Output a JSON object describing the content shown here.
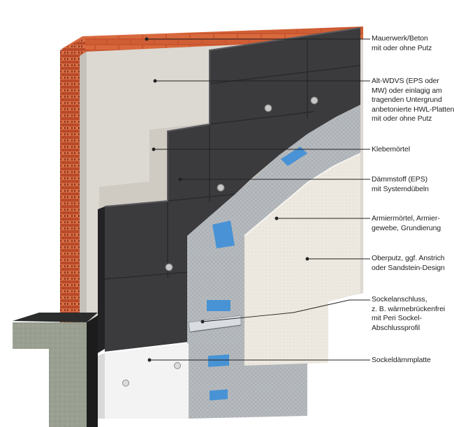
{
  "callouts": [
    {
      "id": "mauerwerk",
      "lines": [
        "Mauerwerk/Beton",
        "mit oder ohne Putz"
      ]
    },
    {
      "id": "alt-wdvs",
      "lines": [
        "Alt-WDVS (EPS oder",
        "MW) oder einlagig am",
        "tragenden Untergrund",
        "anbetonierte HWL-Platten",
        "mit oder ohne Putz"
      ]
    },
    {
      "id": "klebemoertel",
      "lines": [
        "Klebemörtel"
      ]
    },
    {
      "id": "daemmstoff",
      "lines": [
        "Dämmstoff (EPS)",
        "mit Systemdübeln"
      ]
    },
    {
      "id": "armiermoertel",
      "lines": [
        "Armiermörtel, Armier-",
        "gewebe, Grundierung"
      ]
    },
    {
      "id": "oberputz",
      "lines": [
        "Oberputz, ggf. Anstrich",
        "oder Sandstein-Design"
      ]
    },
    {
      "id": "sockelanschluss",
      "lines": [
        "Sockelanschluss,",
        "z. B. wärmebrückenfrei",
        "mit Peri Sockel-",
        "Abschlussprofil"
      ]
    },
    {
      "id": "sockeldaemmplatte",
      "lines": [
        "Sockeldämmplatte"
      ]
    }
  ],
  "colors": {
    "brick": "#c8522f",
    "old_insulation": "#dcd8d2",
    "eps_board": "#3a3a3c",
    "mesh": "#b9bcbf",
    "mesh_print": "#3f8fd6",
    "render": "#ece8df",
    "socket_board": "#f2f2f2",
    "concrete": "#9aa091",
    "leader": "#222222"
  }
}
